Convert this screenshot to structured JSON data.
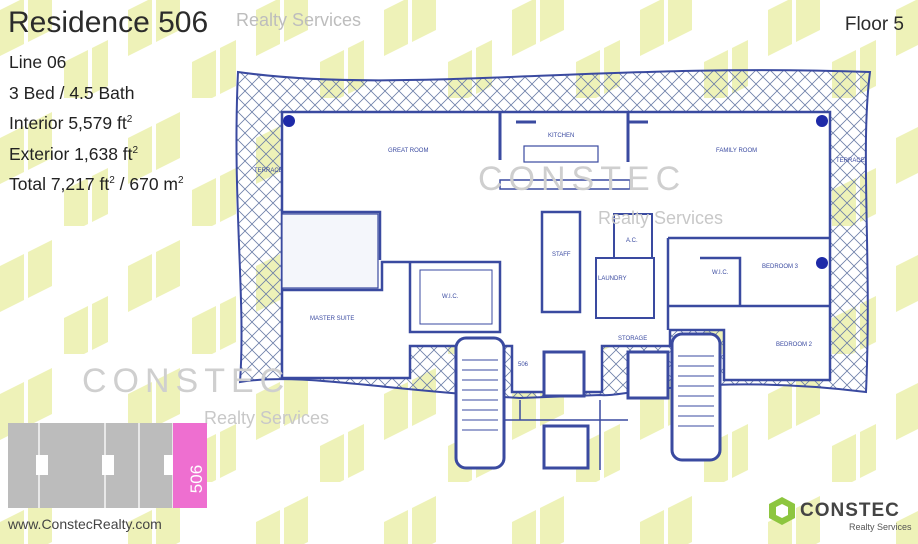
{
  "header": {
    "title": "Residence 506",
    "floor": "Floor 5"
  },
  "details": {
    "line": "Line 06",
    "beds_baths": "3 Bed / 4.5 Bath",
    "interior_label": "Interior 5,579 ft",
    "exterior_label": "Exterior 1,638 ft",
    "total_label_a": "Total 7,217 ft",
    "total_label_b": " / 670 m",
    "sup": "2"
  },
  "plan": {
    "rooms": {
      "great_room": "GREAT ROOM",
      "kitchen": "KITCHEN",
      "family_room": "FAMILY ROOM",
      "terrace_left": "TERRACE",
      "terrace_right": "TERRACE",
      "master_suite": "MASTER SUITE",
      "wic_master": "W.I.C.",
      "staff": "STAFF",
      "laundry": "LAUNDRY",
      "ac": "A.C.",
      "storage": "STORAGE",
      "bedroom3": "BEDROOM 3",
      "bedroom2": "BEDROOM 2",
      "wic_bed3": "W.I.C.",
      "unit": "506"
    }
  },
  "watermark": {
    "top_text": "Realty Services",
    "brand_big": "CONSTEC",
    "brand_sub": "Realty Services"
  },
  "keyplan": {
    "active_unit": "506",
    "active_color": "#ee6fd0"
  },
  "footer": {
    "website": "www.ConstecRealty.com",
    "logo_name": "CONSTEC",
    "logo_sub": "Realty Services"
  },
  "colors": {
    "hex_pattern": "#eef2b8",
    "plan_line": "#3a4aa0",
    "terrace_fill": "#d7e6e4",
    "logo_green": "#8dc63f"
  }
}
